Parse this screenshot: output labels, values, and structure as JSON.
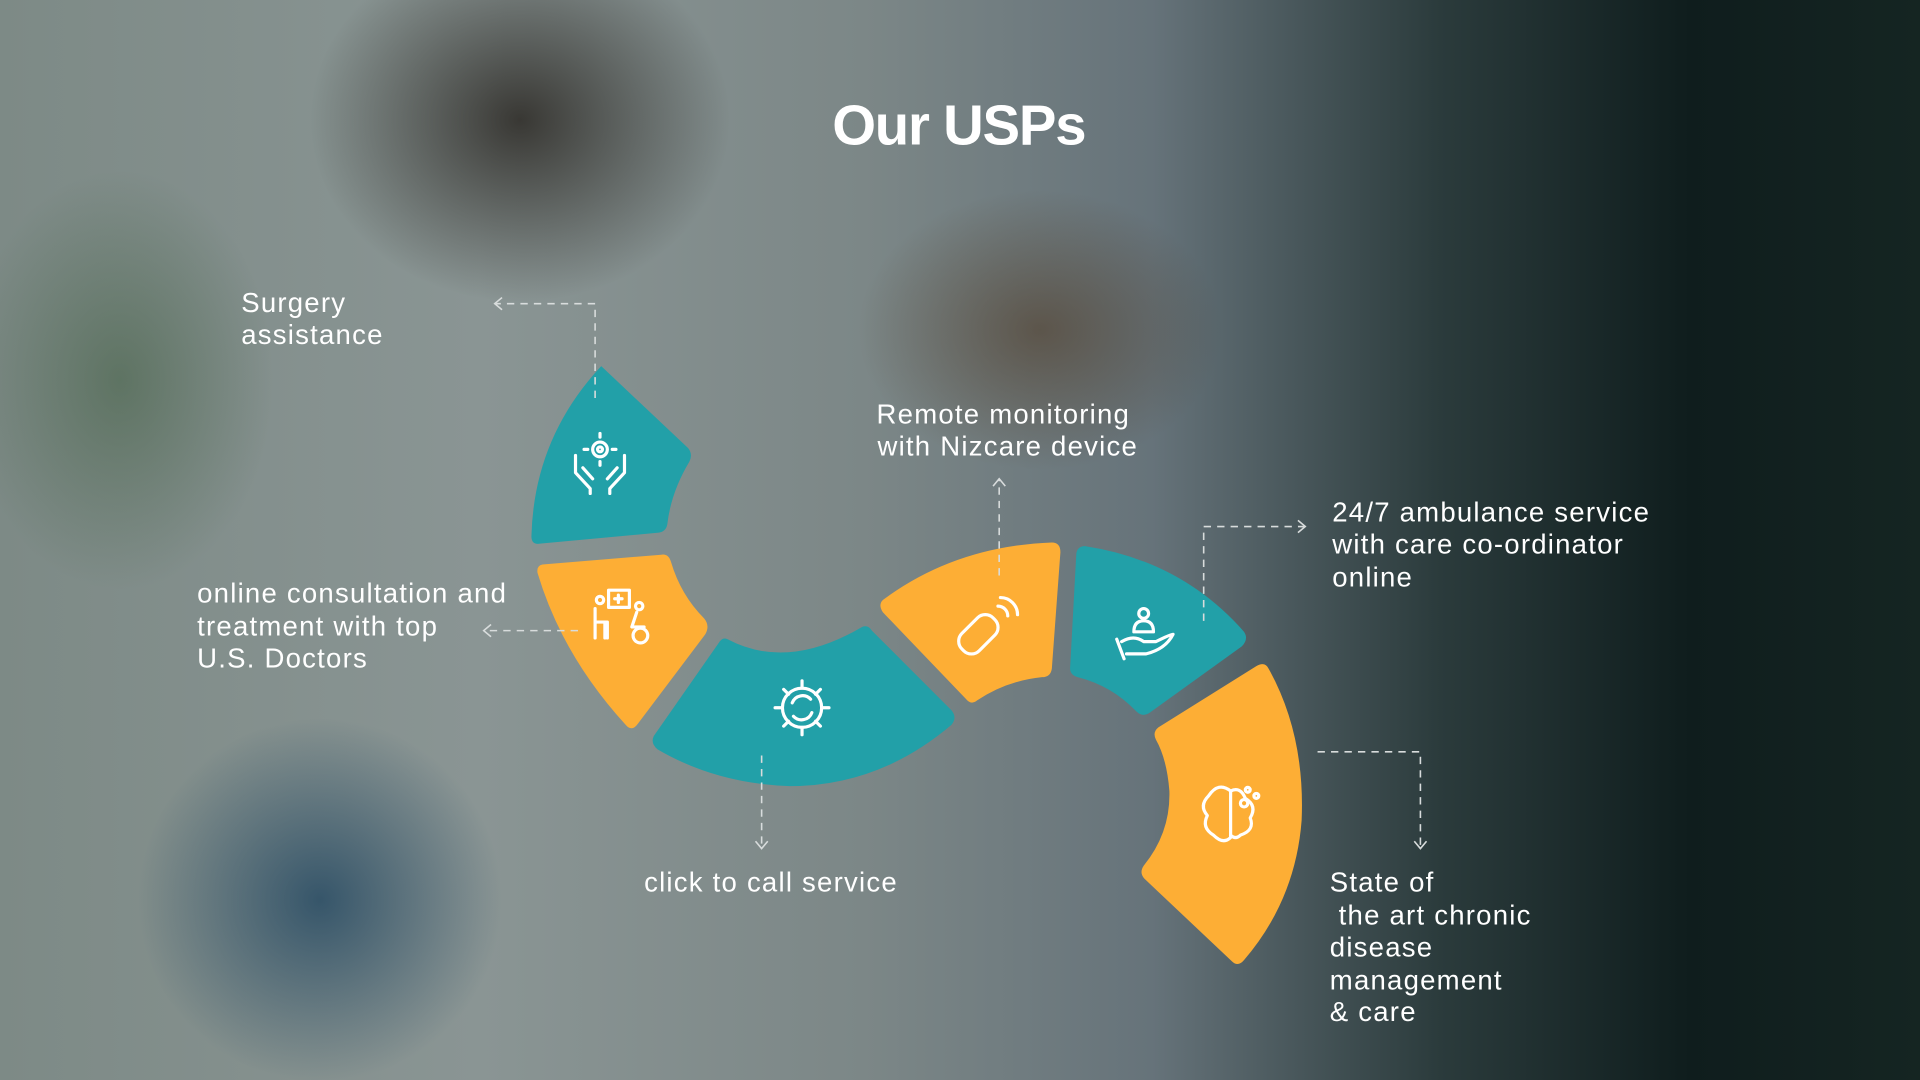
{
  "title": "Our USPs",
  "colors": {
    "teal": "#22a0a8",
    "orange": "#fdae35",
    "text": "#ffffff"
  },
  "usps": [
    {
      "icon": "hands-gear-icon",
      "lines": [
        "Surgery",
        "assistance"
      ]
    },
    {
      "icon": "doctor-patient-icon",
      "lines": [
        "online consultation and",
        "treatment with top",
        "U.S. Doctors"
      ]
    },
    {
      "icon": "gear-refresh-icon",
      "lines": [
        "click to call service"
      ]
    },
    {
      "icon": "remote-device-icon",
      "lines": [
        "Remote monitoring",
        "with Nizcare device"
      ]
    },
    {
      "icon": "hand-person-icon",
      "lines": [
        "24/7 ambulance service",
        "with care co-ordinator",
        "online"
      ]
    },
    {
      "icon": "brain-icon",
      "lines": [
        "State of",
        " the art chronic",
        "disease",
        "management",
        "& care"
      ]
    }
  ]
}
